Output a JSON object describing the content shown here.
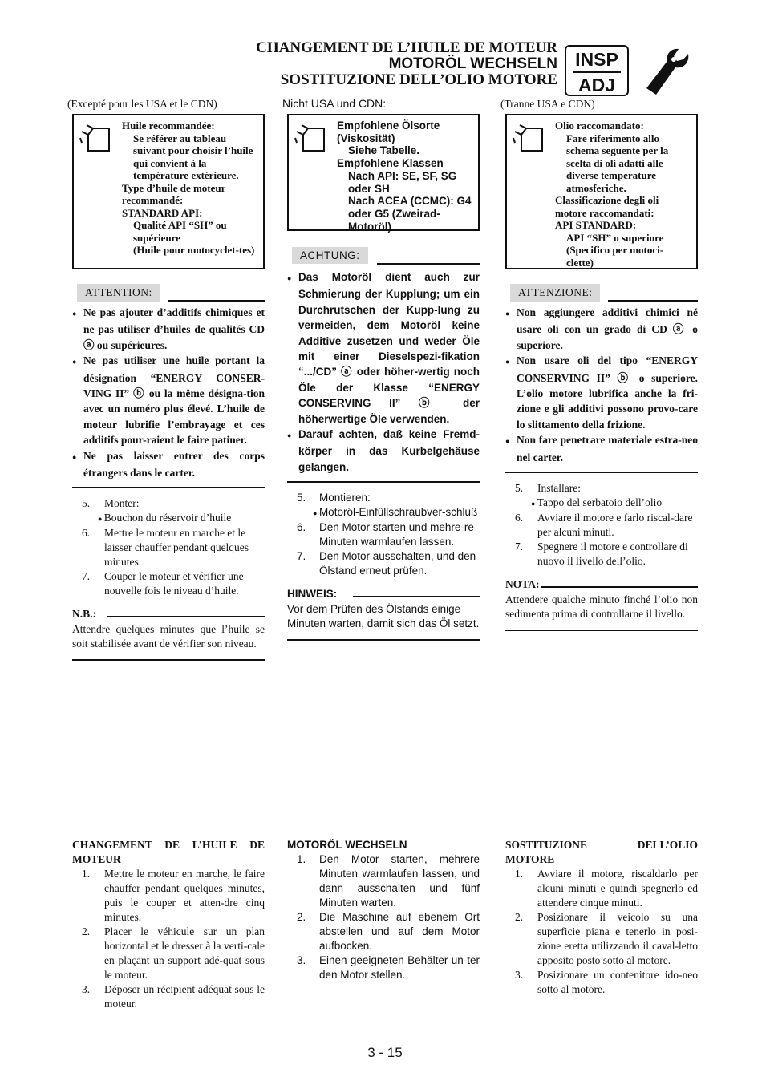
{
  "header": {
    "title_fr": "CHANGEMENT DE L’HUILE DE MOTEUR",
    "title_de": "MOTORÖL WECHSELN",
    "title_it": "SOSTITUZIONE DELL’OLIO MOTORE",
    "badge_top": "INSP",
    "badge_bottom": "ADJ",
    "icon": "wrench-icon"
  },
  "fr": {
    "caption": "(Excepté pour les USA et le CDN)",
    "oil_box": [
      {
        "t": "Huile recommandée:",
        "i": 0
      },
      {
        "t": "Se référer au tableau suivant pour choisir l’huile qui convient à la température extérieure.",
        "i": 1
      },
      {
        "t": "Type d’huile de moteur recommandé:",
        "i": 0
      },
      {
        "t": "STANDARD API:",
        "i": 0
      },
      {
        "t": "Qualité API “SH” ou supérieure",
        "i": 1
      },
      {
        "t": "(Huile pour motocyclet-tes)",
        "i": 1
      }
    ],
    "warning_label": "ATTENTION:",
    "warnings": [
      "Ne pas ajouter d’additifs chimiques et ne pas utiliser d’huiles de qualités CD ⓐ ou supérieures.",
      "Ne pas utiliser une huile portant la désignation “ENERGY CONSER-VING II” ⓑ ou la même désigna-tion avec un numéro plus élevé. L’huile de moteur lubrifie l’embrayage et ces additifs pour-raient le faire patiner.",
      "Ne pas laisser entrer des corps étrangers dans le carter."
    ],
    "steps": [
      {
        "n": "5.",
        "t": "Monter:"
      },
      {
        "n": "",
        "t": "Bouchon du réservoir d’huile",
        "sub": true
      },
      {
        "n": "6.",
        "t": "Mettre le moteur en marche et le laisser chauffer pendant quelques minutes."
      },
      {
        "n": "7.",
        "t": "Couper le moteur et vérifier une nouvelle fois le niveau d’huile."
      }
    ],
    "note_label": "N.B.:",
    "note_text": "Attendre quelques minutes que l’huile se soit stabilisée avant de vérifier son niveau.",
    "lower_heading": "CHANGEMENT DE L’HUILE DE MOTEUR",
    "lower_steps": [
      {
        "n": "1.",
        "t": "Mettre le moteur en marche, le faire chauffer pendant quelques minutes, puis le couper et atten-dre cinq minutes."
      },
      {
        "n": "2.",
        "t": "Placer le véhicule sur un plan horizontal et le dresser à la verti-cale en plaçant un support adé-quat sous le moteur."
      },
      {
        "n": "3.",
        "t": "Déposer un récipient adéquat sous le moteur."
      }
    ]
  },
  "de": {
    "caption": "Nicht USA und CDN:",
    "oil_box": [
      {
        "t": "Empfohlene Ölsorte (Viskosität)",
        "i": 0
      },
      {
        "t": "Siehe Tabelle.",
        "i": 1
      },
      {
        "t": "Empfohlene Klassen",
        "i": 0
      },
      {
        "t": "Nach API: SE, SF, SG oder SH",
        "i": 1
      },
      {
        "t": "Nach ACEA (CCMC): G4 oder G5 (Zweirad-Motoröl)",
        "i": 1
      }
    ],
    "warning_label": "ACHTUNG:",
    "warnings": [
      "Das Motoröl dient auch zur Schmierung der Kupplung; um ein Durchrutschen der Kupp-lung zu vermeiden, dem Motoröl keine Additive zusetzen und weder Öle mit einer Dieselspezi-fikation “.../CD” ⓐ oder höher-wertig noch Öle der Klasse “ENERGY CONSERVING II” ⓑ der höherwertige Öle verwenden.",
      "Darauf achten, daß keine Fremd-körper in das Kurbelgehäuse gelangen."
    ],
    "steps": [
      {
        "n": "5.",
        "t": "Montieren:"
      },
      {
        "n": "",
        "t": "Motoröl-Einfüllschraubver-schluß",
        "sub": true
      },
      {
        "n": "6.",
        "t": "Den Motor starten und mehre-re Minuten warmlaufen lassen."
      },
      {
        "n": "7.",
        "t": "Den Motor ausschalten, und den Ölstand erneut prüfen."
      }
    ],
    "note_label": "HINWEIS:",
    "note_text": "Vor dem Prüfen des Ölstands einige Minuten warten, damit sich das Öl setzt.",
    "lower_heading": "MOTORÖL WECHSELN",
    "lower_steps": [
      {
        "n": "1.",
        "t": "Den Motor starten, mehrere Minuten warmlaufen lassen, und dann ausschalten und fünf Minuten warten."
      },
      {
        "n": "2.",
        "t": "Die Maschine auf ebenem Ort abstellen und auf dem Motor aufbocken."
      },
      {
        "n": "3.",
        "t": "Einen geeigneten Behälter un-ter den Motor stellen."
      }
    ]
  },
  "it": {
    "caption": "(Tranne USA e CDN)",
    "oil_box": [
      {
        "t": "Olio raccomandato:",
        "i": 0
      },
      {
        "t": "Fare riferimento allo schema seguente per la scelta di oli adatti alle diverse temperature atmosferiche.",
        "i": 1
      },
      {
        "t": "Classificazione degli oli motore raccomandati:",
        "i": 0
      },
      {
        "t": "API STANDARD:",
        "i": 0
      },
      {
        "t": "API “SH” o superiore",
        "i": 1
      },
      {
        "t": "(Specifico per motoci-clette)",
        "i": 1
      }
    ],
    "warning_label": "ATTENZIONE:",
    "warnings": [
      "Non aggiungere additivi chimici né usare oli con un grado di CD ⓐ o superiore.",
      "Non usare oli del tipo “ENERGY CONSERVING II” ⓑ o superiore. L’olio motore lubrifica anche la fri-zione e gli additivi possono provo-care lo slittamento della frizione.",
      "Non fare penetrare materiale estra-neo nel carter."
    ],
    "steps": [
      {
        "n": "5.",
        "t": "Installare:"
      },
      {
        "n": "",
        "t": "Tappo del serbatoio dell’olio",
        "sub": true
      },
      {
        "n": "6.",
        "t": "Avviare il motore e farlo riscal-dare per alcuni minuti."
      },
      {
        "n": "7.",
        "t": "Spegnere il motore e controllare di nuovo il livello dell’olio."
      }
    ],
    "note_label": "NOTA:",
    "note_text": "Attendere qualche minuto finché l’olio non sedimenta prima di controllarne il livello.",
    "lower_heading": "SOSTITUZIONE DELL’OLIO MOTORE",
    "lower_steps": [
      {
        "n": "1.",
        "t": "Avviare il motore, riscaldarlo per alcuni minuti e quindi spegnerlo ed attendere cinque minuti."
      },
      {
        "n": "2.",
        "t": "Posizionare il veicolo su una superficie piana e tenerlo in posi-zione eretta utilizzando il caval-letto apposito posto sotto al motore."
      },
      {
        "n": "3.",
        "t": "Posizionare un contenitore ido-neo sotto al motore."
      }
    ]
  },
  "page_number": "3 - 15"
}
